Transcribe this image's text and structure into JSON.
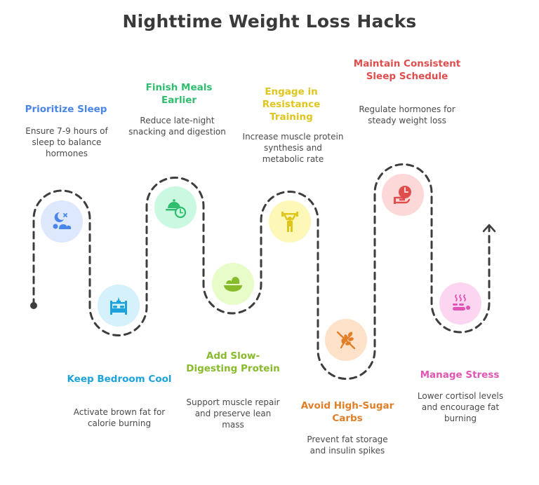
{
  "title": "Nighttime Weight Loss Hacks",
  "colors": {
    "path": "#3d3d3d",
    "title": "#3a3a3a",
    "description": "#4a4a4a"
  },
  "steps": [
    {
      "label": "Prioritize Sleep",
      "description": "Ensure 7-9 hours of sleep to balance hormones",
      "icon": "moon-sleep-icon",
      "color": "#4a86e8",
      "circle_bg": "#dde8fc"
    },
    {
      "label": "Keep Bedroom Cool",
      "description": "Activate brown fat for calorie burning",
      "icon": "bed-icon",
      "color": "#1ca3dc",
      "circle_bg": "#d4f1fc"
    },
    {
      "label": "Finish Meals Earlier",
      "description": "Reduce late-night snacking and digestion",
      "icon": "meal-clock-icon",
      "color": "#2fbd6e",
      "circle_bg": "#cbf8e0"
    },
    {
      "label": "Add Slow-Digesting Protein",
      "description": "Support muscle repair and preserve lean mass",
      "icon": "salad-bowl-icon",
      "color": "#88bb2c",
      "circle_bg": "#e7fcc9"
    },
    {
      "label": "Engage in Resistance Training",
      "description": "Increase muscle protein synthesis and metabolic rate",
      "icon": "weightlifter-icon",
      "color": "#e0c51a",
      "circle_bg": "#fdf7b8"
    },
    {
      "label": "Avoid High-Sugar Carbs",
      "description": "Prevent fat storage and insulin spikes",
      "icon": "no-grain-icon",
      "color": "#e07f28",
      "circle_bg": "#fde2c9"
    },
    {
      "label": "Maintain Consistent Sleep Schedule",
      "description": "Regulate hormones for steady weight loss",
      "icon": "hand-clock-icon",
      "color": "#e04d4d",
      "circle_bg": "#fcd8d8"
    },
    {
      "label": "Manage Stress",
      "description": "Lower cortisol levels and encourage fat burning",
      "icon": "massage-stones-icon",
      "color": "#e055b4",
      "circle_bg": "#fcd6f1"
    }
  ]
}
